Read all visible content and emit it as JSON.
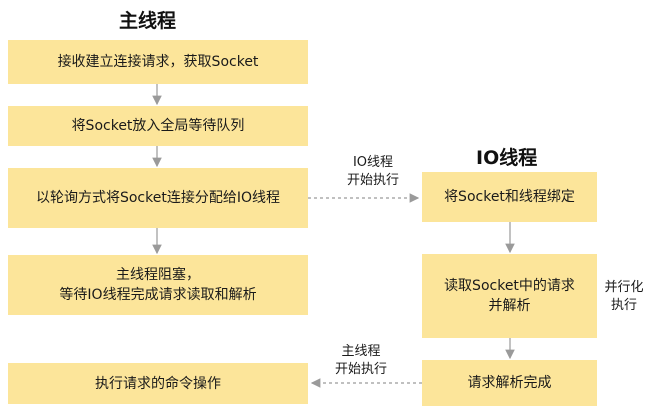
{
  "main_thread": {
    "title": "主线程",
    "steps": [
      "接收建立连接请求，获取Socket",
      "将Socket放入全局等待队列",
      "以轮询方式将Socket连接分配给IO线程",
      "主线程阻塞，\n等待IO线程完成请求读取和解析",
      "执行请求的命令操作"
    ]
  },
  "io_thread": {
    "title": "IO线程",
    "steps": [
      "将Socket和线程绑定",
      "读取Socket中的请求\n并解析",
      "请求解析完成"
    ]
  },
  "annotations": {
    "io_start": "IO线程\n开始执行",
    "main_start": "主线程\n开始执行",
    "parallel": "并行化\n执行"
  },
  "colors": {
    "box_fill": "#fce59a",
    "connector": "#9a9a9a"
  }
}
